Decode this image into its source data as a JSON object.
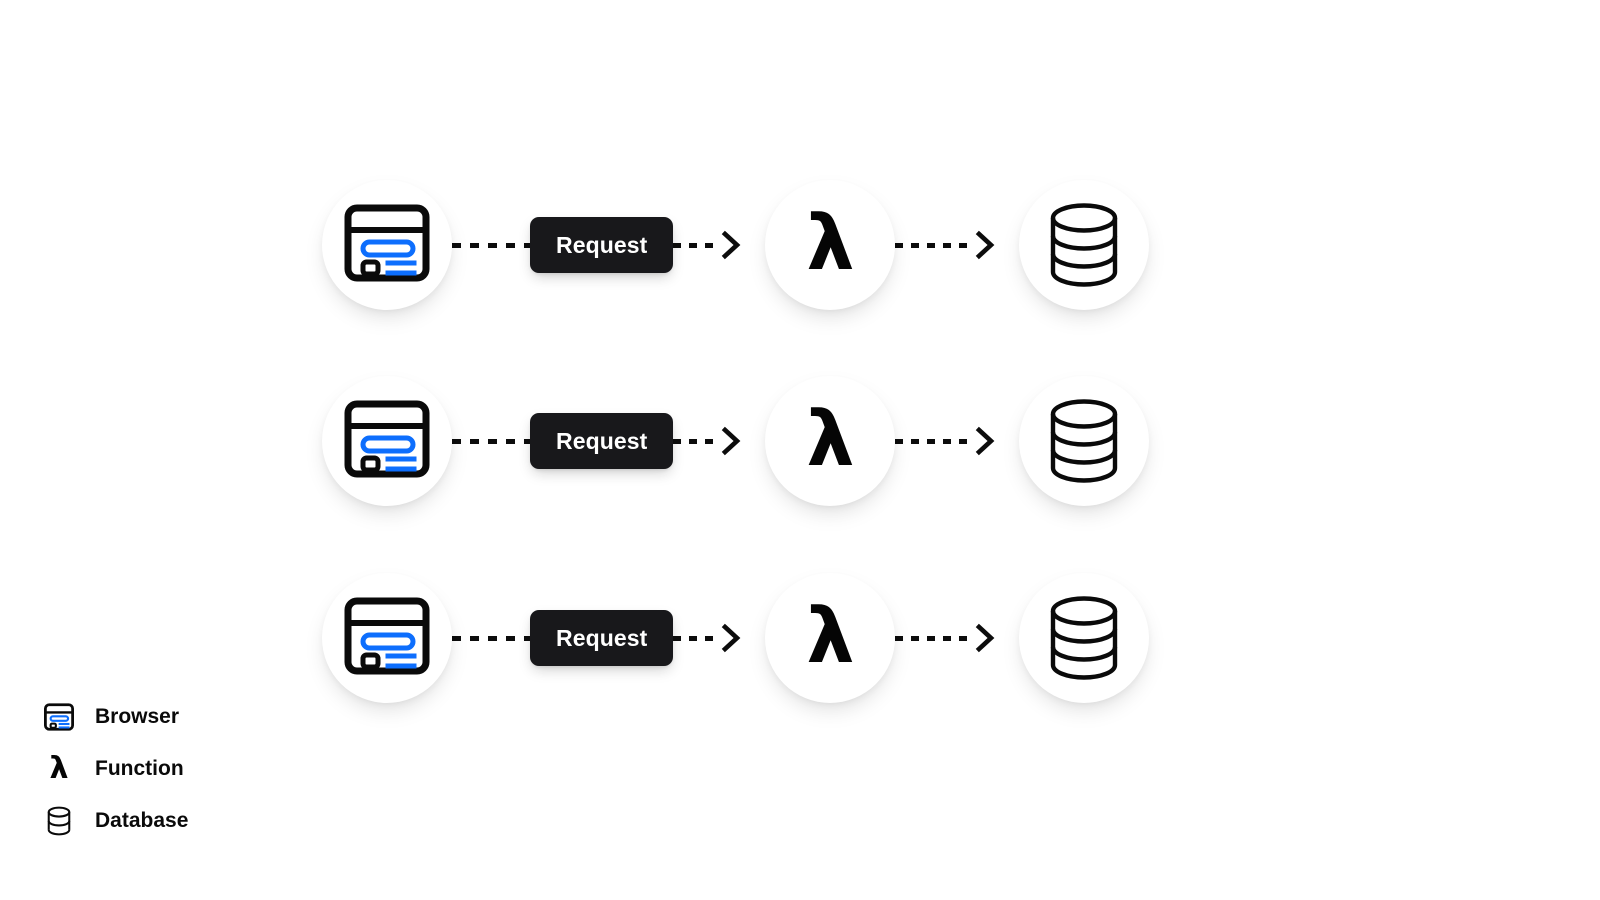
{
  "theme": {
    "background": "#ffffff",
    "accent_blue": "#0d6efd",
    "ink": "#0a0a0a",
    "pill_background": "#18181b",
    "pill_text": "#ffffff"
  },
  "diagram": {
    "type": "flow",
    "row_count": 3,
    "rows": [
      {
        "browser_label": "Browser",
        "request_label": "Request",
        "function_label": "Function",
        "database_label": "Database"
      },
      {
        "browser_label": "Browser",
        "request_label": "Request",
        "function_label": "Function",
        "database_label": "Database"
      },
      {
        "browser_label": "Browser",
        "request_label": "Request",
        "function_label": "Function",
        "database_label": "Database"
      }
    ]
  },
  "icons": {
    "browser": "browser-window-icon",
    "function": "lambda-icon",
    "database": "database-cylinder-icon",
    "arrow": "chevron-right-arrow-icon",
    "connector": "dashed-line"
  },
  "labels": {
    "lambda_glyph": "λ",
    "request": "Request"
  },
  "legend": {
    "items": [
      {
        "icon": "browser-window-icon",
        "label": "Browser"
      },
      {
        "icon": "lambda-icon",
        "label": "Function"
      },
      {
        "icon": "database-cylinder-icon",
        "label": "Database"
      }
    ]
  }
}
